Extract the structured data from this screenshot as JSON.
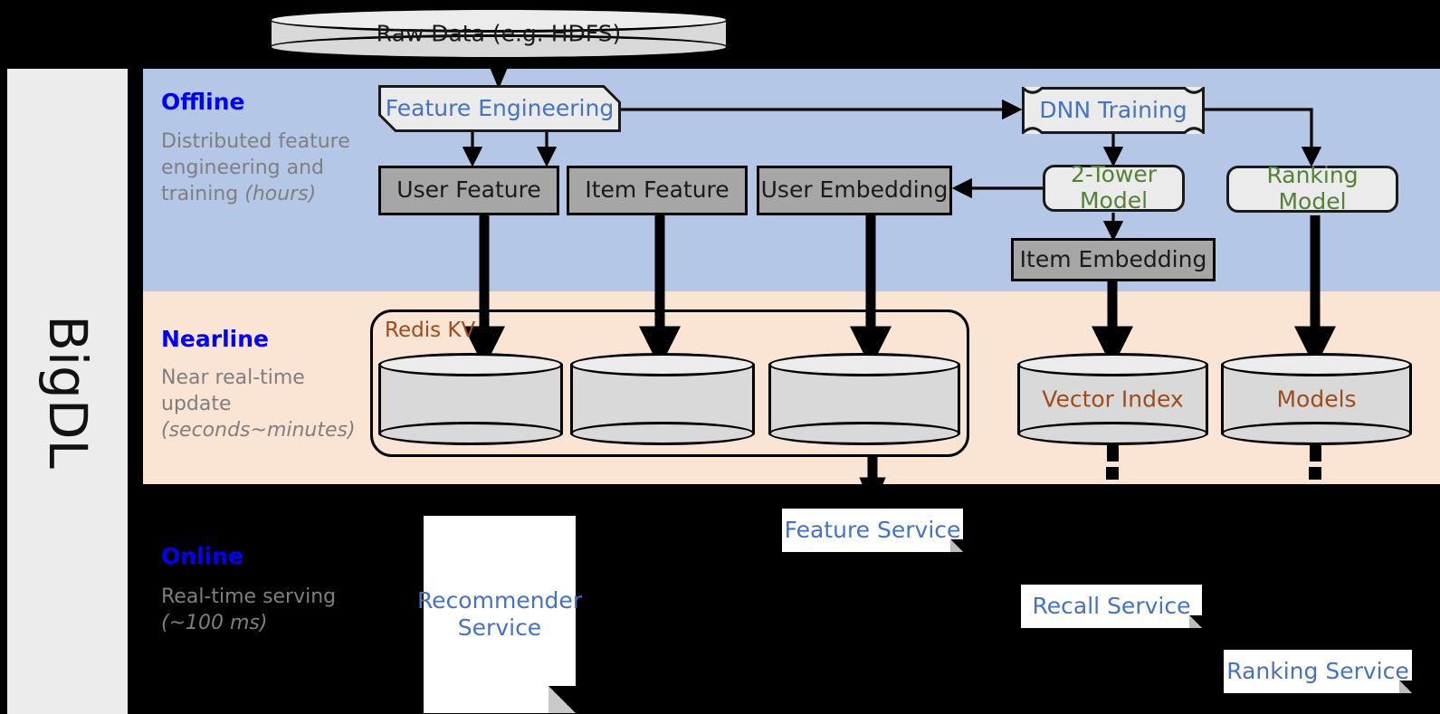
{
  "sidebar": {
    "label": "BigDL"
  },
  "bands": {
    "offline": {
      "title": "Offline",
      "desc_plain": "Distributed feature engineering and training (hours)",
      "desc_main": "Distributed feature engineering and training ",
      "desc_em": "(hours)",
      "bg": "#b4c7e7"
    },
    "nearline": {
      "title": "Nearline",
      "desc_plain": "Near real-time update (seconds~minutes)",
      "desc_main": "Near real-time update ",
      "desc_em": "(seconds~minutes)",
      "bg": "#fae4d4"
    },
    "online": {
      "title": "Online",
      "desc_plain": "Real-time serving (~100 ms)",
      "desc_main": "Real-time serving ",
      "desc_em": "(~100 ms)",
      "bg": "#000000"
    }
  },
  "nodes": {
    "raw_data": {
      "label": "Raw Data (e.g. HDFS)"
    },
    "feature_eng": {
      "label": "Feature Engineering"
    },
    "dnn_training": {
      "label": "DNN Training"
    },
    "user_feature": {
      "label": "User Feature"
    },
    "item_feature": {
      "label": "Item Feature"
    },
    "user_embedding": {
      "label": "User Embedding"
    },
    "two_tower": {
      "label": "2-Tower Model"
    },
    "ranking_model": {
      "label": "Ranking Model"
    },
    "item_embedding": {
      "label": "Item Embedding"
    },
    "redis_kv": {
      "label": "Redis KV"
    },
    "kv_user_feature": {
      "label": ""
    },
    "kv_item_feature": {
      "label": ""
    },
    "kv_user_embed": {
      "label": ""
    },
    "vector_index": {
      "label": "Vector Index"
    },
    "models": {
      "label": "Models"
    },
    "recommender_svc": {
      "label": "Recommender Service"
    },
    "feature_svc": {
      "label": "Feature Service"
    },
    "recall_svc": {
      "label": "Recall Service"
    },
    "ranking_svc": {
      "label": "Ranking Service"
    }
  },
  "colors": {
    "offline_bg": "#b4c7e7",
    "nearline_bg": "#fae4d4",
    "online_bg": "#000000",
    "sidebar_bg": "#ececec",
    "band_title": "#0000ff",
    "band_desc": "#7f7f7f",
    "grey_store": "#a6a6a6",
    "proc_fill": "#ebebeb",
    "blue_text": "#4472c4",
    "green_text": "#548235",
    "brown_text": "#a14b16",
    "stroke": "#000000"
  }
}
